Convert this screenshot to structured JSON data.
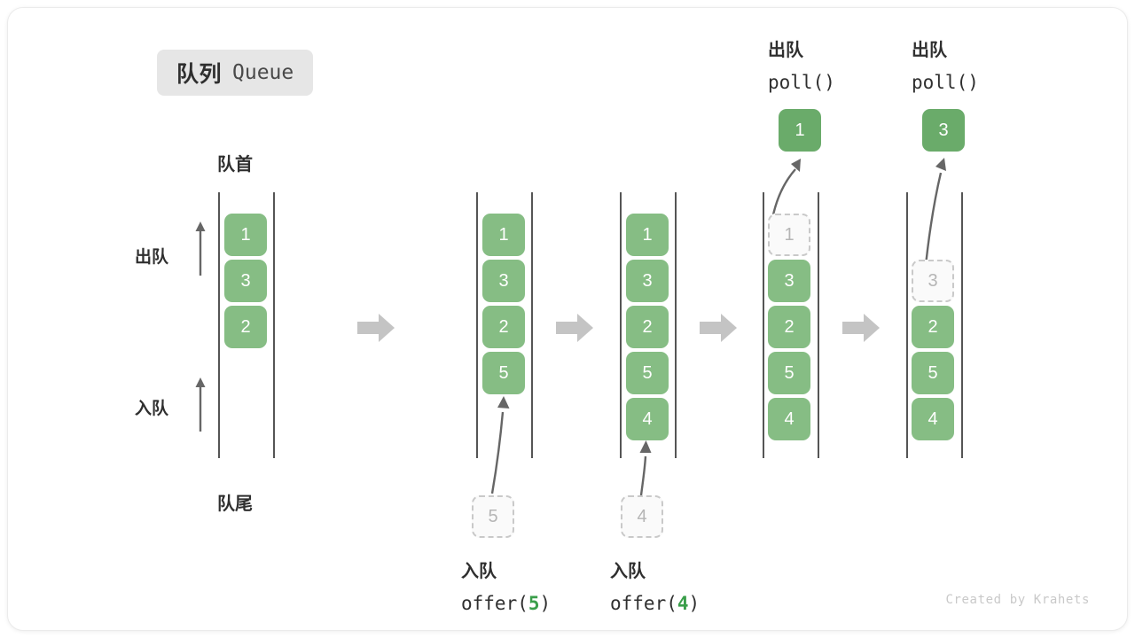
{
  "title": {
    "cn": "队列",
    "en": "Queue"
  },
  "labels": {
    "front": "队首",
    "rear": "队尾",
    "dequeue_side": "出队",
    "enqueue_side": "入队"
  },
  "colors": {
    "cell_fill": "#86bd84",
    "cell_pop_fill": "#6aab6a",
    "cell_text": "#ffffff",
    "ghost_fill": "#fafafa",
    "ghost_border": "#c9c9c9",
    "ghost_text": "#b5b5b5",
    "rail": "#555555",
    "separator_arrow": "#c4c4c4",
    "curve_arrow": "#666666",
    "badge_bg": "#e6e6e6",
    "text": "#2f2f2f",
    "arg_green": "#3a9e4a",
    "watermark": "#c9c9c9"
  },
  "columns": [
    {
      "name": "initial-queue",
      "cells": [
        {
          "value": "1",
          "state": "filled"
        },
        {
          "value": "3",
          "state": "filled"
        },
        {
          "value": "2",
          "state": "filled"
        }
      ],
      "popped": null,
      "incoming": null,
      "operation": null
    },
    {
      "name": "after-offer-5",
      "cells": [
        {
          "value": "1",
          "state": "filled"
        },
        {
          "value": "3",
          "state": "filled"
        },
        {
          "value": "2",
          "state": "filled"
        },
        {
          "value": "5",
          "state": "filled"
        }
      ],
      "popped": null,
      "incoming": {
        "value": "5",
        "state": "ghost"
      },
      "operation": {
        "cn": "入队",
        "fn": "offer(",
        "arg": "5",
        "close": ")"
      }
    },
    {
      "name": "after-offer-4",
      "cells": [
        {
          "value": "1",
          "state": "filled"
        },
        {
          "value": "3",
          "state": "filled"
        },
        {
          "value": "2",
          "state": "filled"
        },
        {
          "value": "5",
          "state": "filled"
        },
        {
          "value": "4",
          "state": "filled"
        }
      ],
      "popped": null,
      "incoming": {
        "value": "4",
        "state": "ghost"
      },
      "operation": {
        "cn": "入队",
        "fn": "offer(",
        "arg": "4",
        "close": ")"
      }
    },
    {
      "name": "after-poll-1",
      "cells": [
        {
          "value": "1",
          "state": "ghost"
        },
        {
          "value": "3",
          "state": "filled"
        },
        {
          "value": "2",
          "state": "filled"
        },
        {
          "value": "5",
          "state": "filled"
        },
        {
          "value": "4",
          "state": "filled"
        }
      ],
      "popped": {
        "value": "1"
      },
      "incoming": null,
      "operation": {
        "cn": "出队",
        "fn": "poll(",
        "arg": "",
        "close": ")"
      }
    },
    {
      "name": "after-poll-3",
      "cells": [
        {
          "value": "",
          "state": "empty"
        },
        {
          "value": "3",
          "state": "ghost"
        },
        {
          "value": "2",
          "state": "filled"
        },
        {
          "value": "5",
          "state": "filled"
        },
        {
          "value": "4",
          "state": "filled"
        }
      ],
      "popped": {
        "value": "3"
      },
      "incoming": null,
      "operation": {
        "cn": "出队",
        "fn": "poll(",
        "arg": "",
        "close": ")"
      }
    }
  ],
  "separators": [
    "step-arrow-1",
    "step-arrow-2",
    "step-arrow-3",
    "step-arrow-4"
  ],
  "watermark": "Created by Krahets"
}
